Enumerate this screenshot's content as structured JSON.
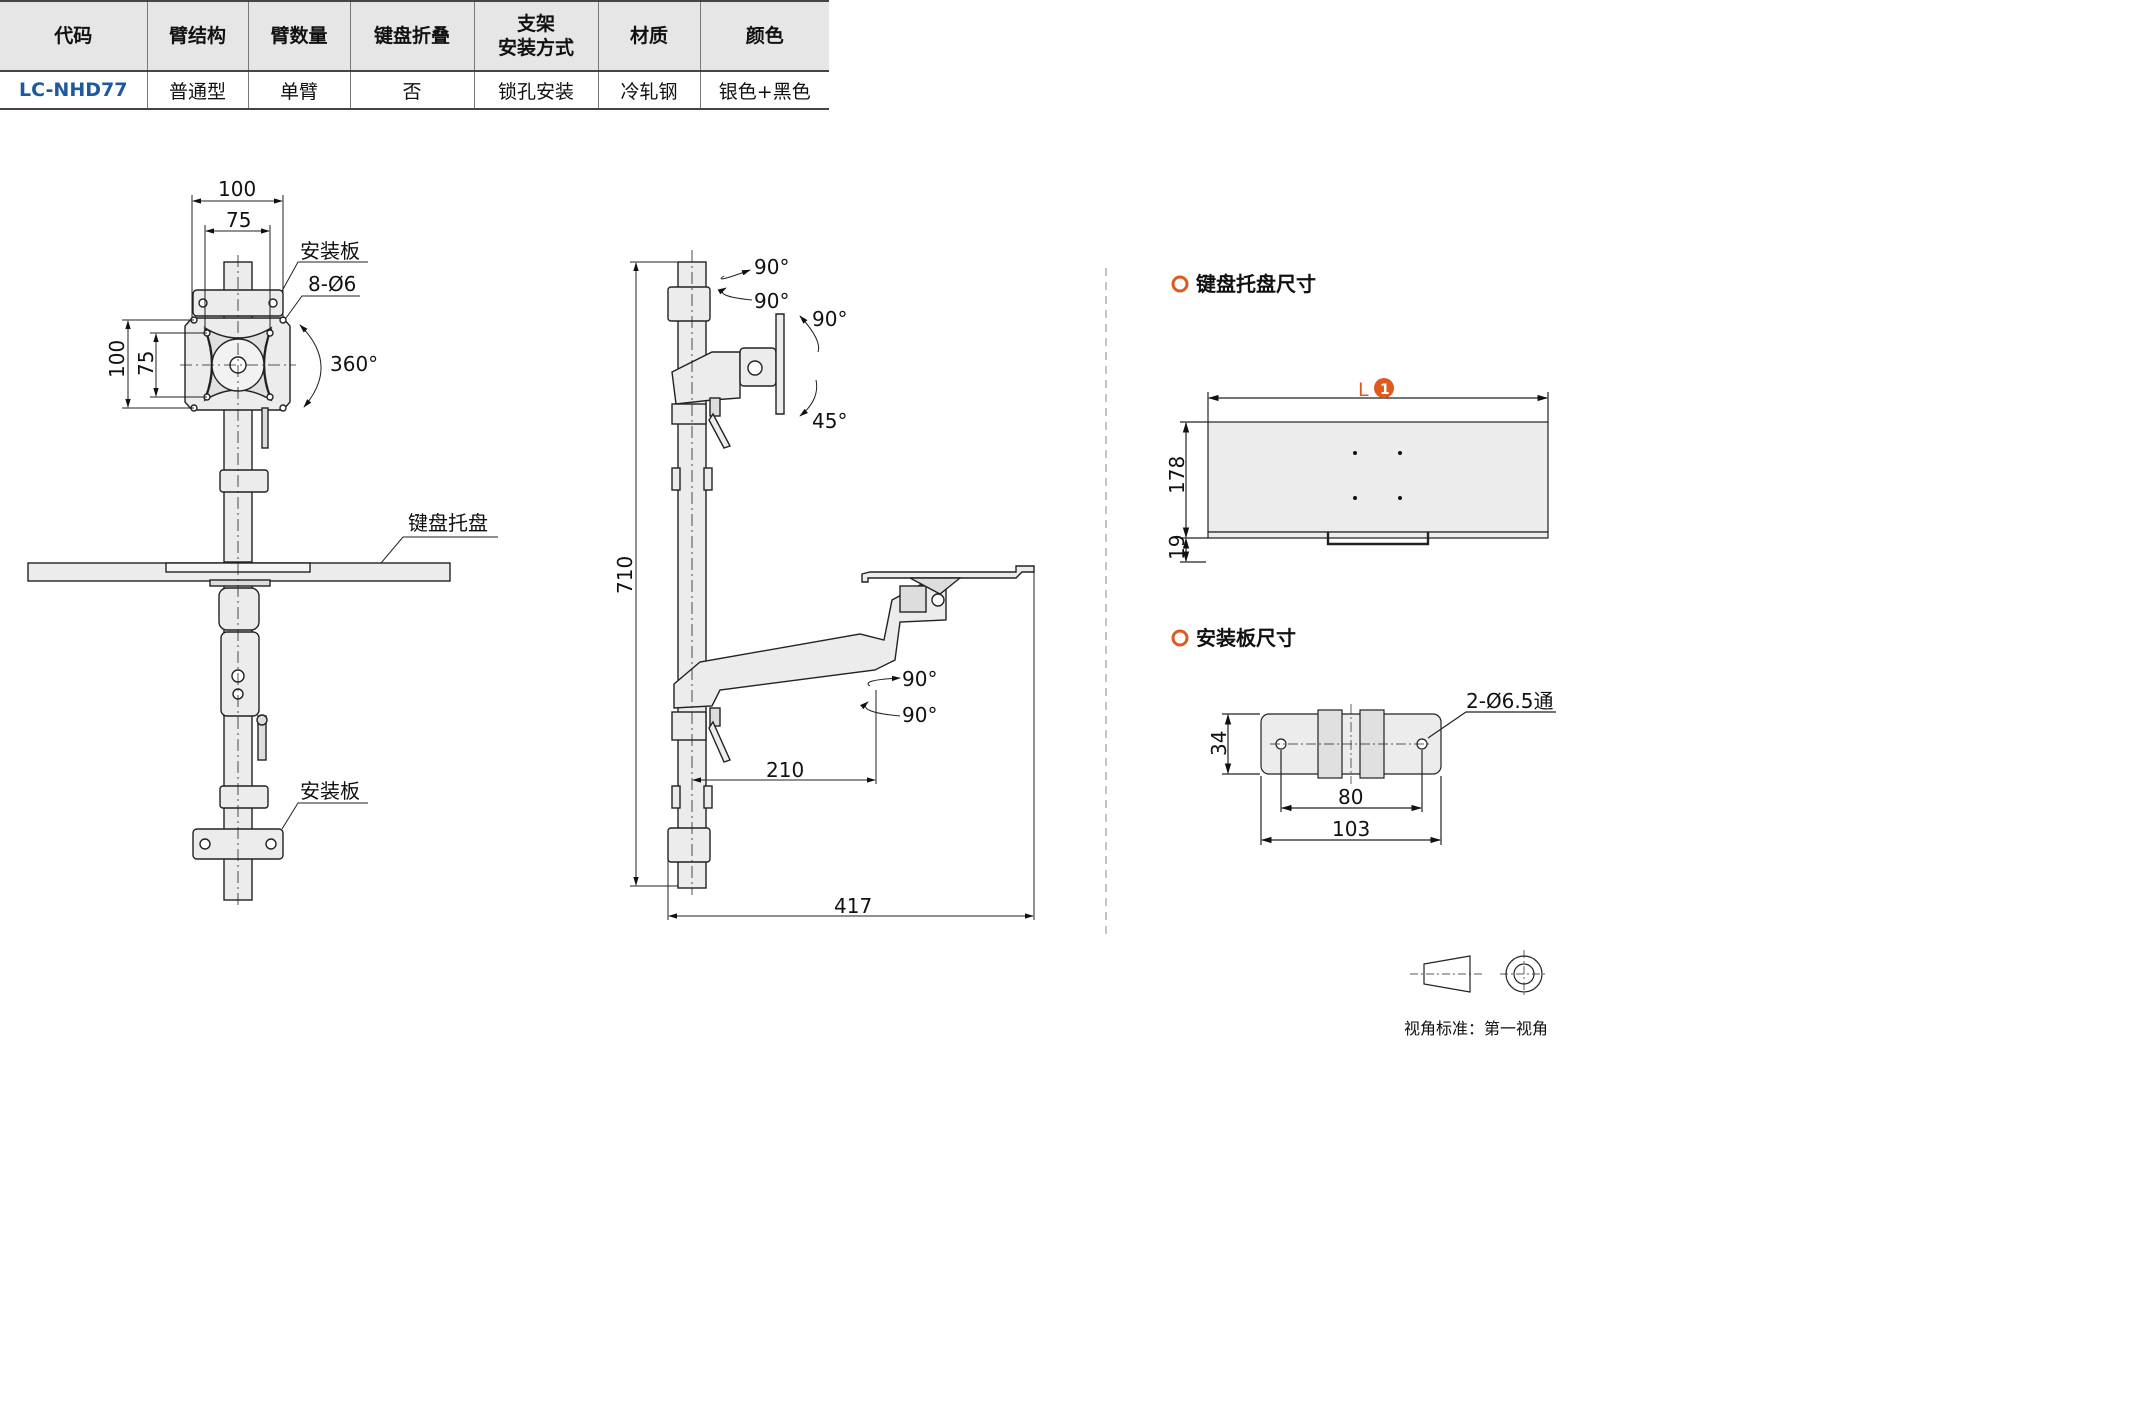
{
  "table": {
    "headers": [
      "代码",
      "臂结构",
      "臂数量",
      "键盘折叠",
      "支架\n安装方式",
      "材质",
      "颜色"
    ],
    "row": [
      "LC-NHD77",
      "普通型",
      "单臂",
      "否",
      "锁孔安装",
      "冷轧钢",
      "银色+黑色"
    ]
  },
  "front_view": {
    "dim_100_top": "100",
    "dim_75_top": "75",
    "dim_100_left": "100",
    "dim_75_left": "75",
    "label_mount_plate_top": "安装板",
    "label_holes": "8-Ø6",
    "rotation": "360°",
    "label_keyboard_tray": "键盘托盘",
    "label_mount_plate_bottom": "安装板"
  },
  "side_view": {
    "angle_top_1": "90°",
    "angle_top_2": "90°",
    "angle_tilt_up": "90°",
    "angle_tilt_down": "45°",
    "height": "710",
    "angle_arm_1": "90°",
    "angle_arm_2": "90°",
    "reach": "210",
    "total_width": "417"
  },
  "tray_dims": {
    "title": "键盘托盘尺寸",
    "length_label": "L",
    "length_badge": "1",
    "depth": "178",
    "lip": "19"
  },
  "plate_dims": {
    "title": "安装板尺寸",
    "holes": "2-Ø6.5通",
    "height": "34",
    "hole_spacing": "80",
    "width": "103"
  },
  "projection": {
    "label": "视角标准：第一视角"
  },
  "colors": {
    "accent_orange": "#e05a1e",
    "code_blue": "#1c5aa0",
    "header_gray": "#e6e6e6"
  }
}
